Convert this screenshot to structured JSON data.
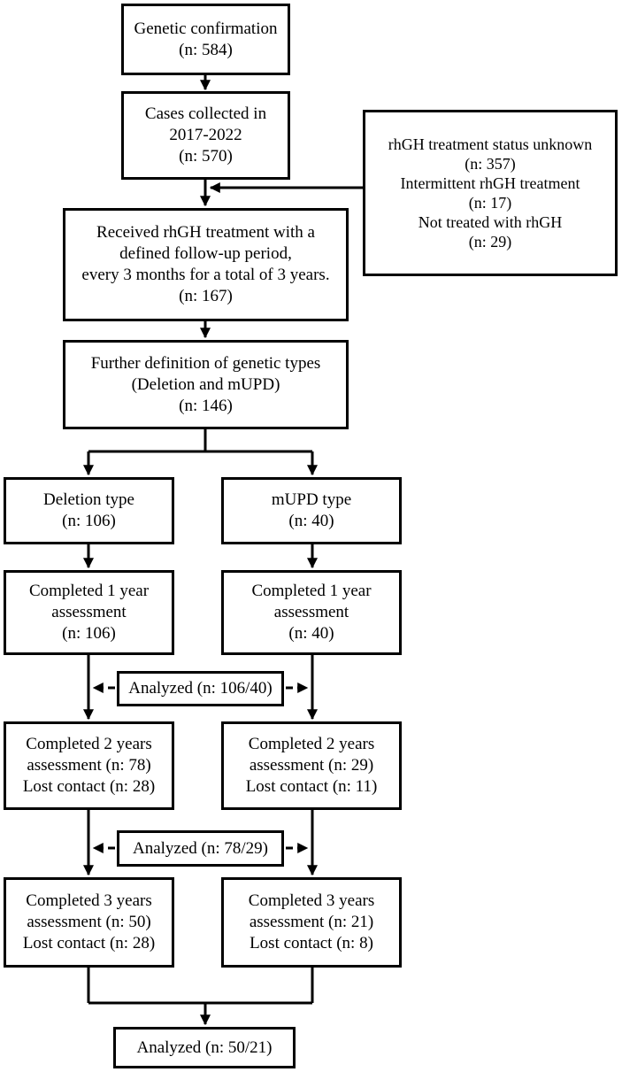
{
  "boxes": {
    "genetic_confirmation": [
      "Genetic confirmation",
      "(n: 584)"
    ],
    "cases_collected": [
      "Cases collected in",
      "2017-2022",
      "(n: 570)"
    ],
    "excluded": [
      "rhGH treatment status unknown",
      "(n: 357)",
      "Intermittent rhGH treatment",
      "(n: 17)",
      "Not treated with rhGH",
      "(n: 29)"
    ],
    "received_rhgh": [
      "Received rhGH treatment with a",
      "defined follow-up period,",
      "every 3 months for a total of 3 years.",
      "(n: 167)"
    ],
    "further_definition": [
      "Further definition of genetic types",
      "(Deletion and mUPD)",
      "(n: 146)"
    ],
    "deletion_type": [
      "Deletion type",
      "(n: 106)"
    ],
    "mupd_type": [
      "mUPD type",
      "(n: 40)"
    ],
    "deletion_1yr": [
      "Completed 1 year",
      "assessment",
      "(n: 106)"
    ],
    "mupd_1yr": [
      "Completed 1 year",
      "assessment",
      "(n: 40)"
    ],
    "analyzed_1": [
      "Analyzed (n: 106/40)"
    ],
    "deletion_2yr": [
      "Completed 2 years",
      "assessment (n: 78)",
      "Lost contact (n: 28)"
    ],
    "mupd_2yr": [
      "Completed 2 years",
      "assessment (n: 29)",
      "Lost contact (n: 11)"
    ],
    "analyzed_2": [
      "Analyzed (n: 78/29)"
    ],
    "deletion_3yr": [
      "Completed 3 years",
      "assessment (n: 50)",
      "Lost contact (n: 28)"
    ],
    "mupd_3yr": [
      "Completed 3 years",
      "assessment (n: 21)",
      "Lost contact (n: 8)"
    ],
    "analyzed_final": [
      "Analyzed (n: 50/21)"
    ]
  }
}
